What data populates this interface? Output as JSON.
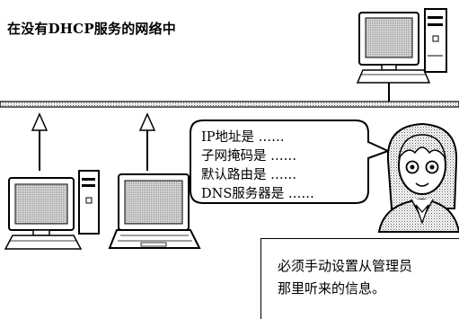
{
  "title": "在没有DHCP服务的网络中",
  "bubble": {
    "lines": [
      "IP地址是 ……",
      "子网掩码是 ……",
      "默认路由是 ……",
      "DNS服务器是 ……"
    ]
  },
  "note": {
    "lines": [
      "必须手动设置从管理员",
      "那里听来的信息。"
    ]
  },
  "icons": [
    "server-computer-icon",
    "desktop-computer-icon",
    "laptop-icon",
    "administrator-icon",
    "up-arrow-icon"
  ]
}
